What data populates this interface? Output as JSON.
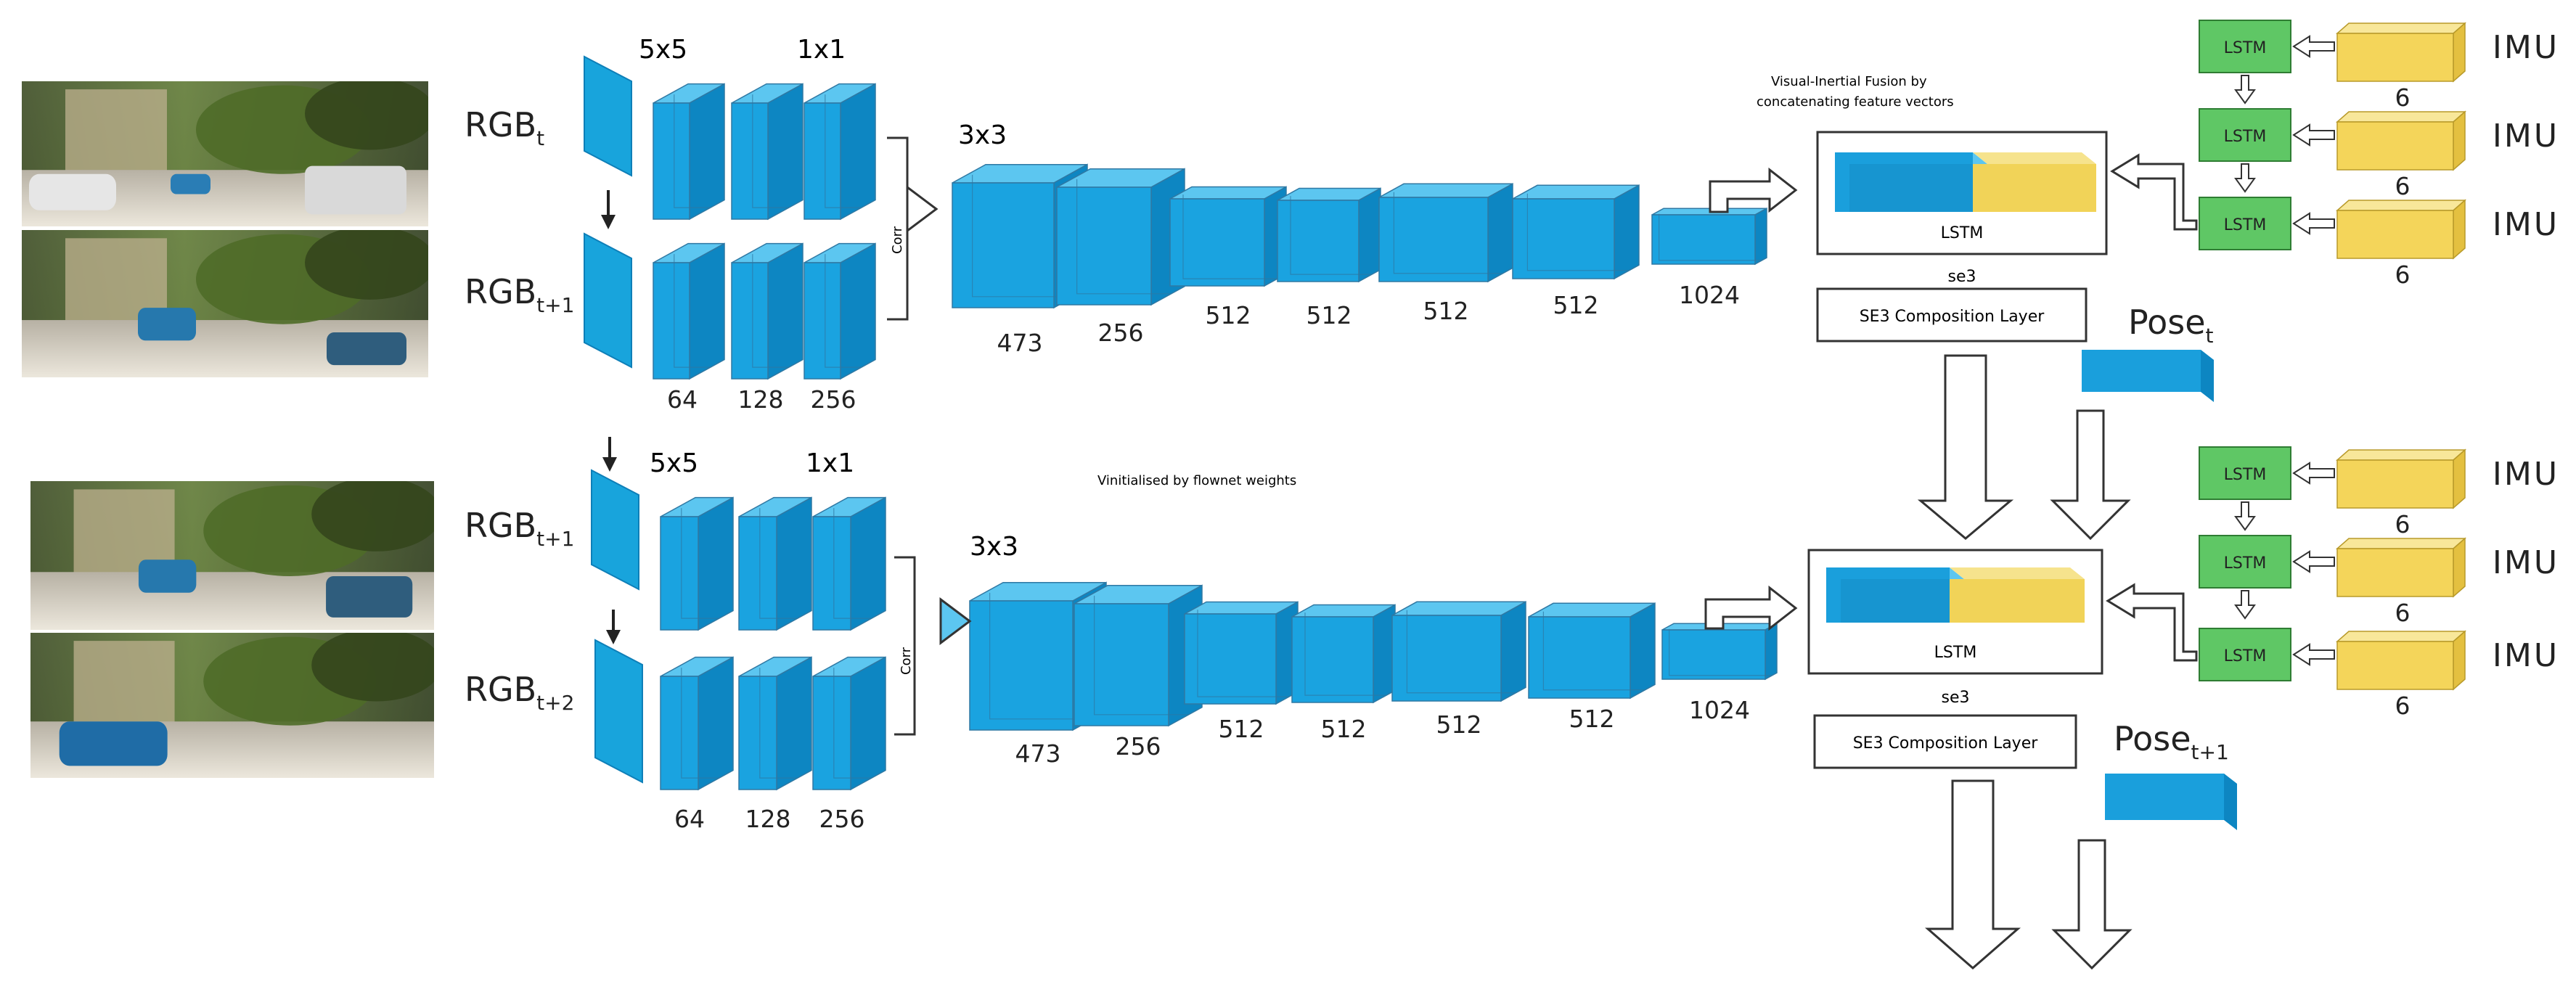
{
  "colors": {
    "conv_front": "#1aa3e0",
    "conv_side": "#0d86c2",
    "conv_top": "#5cc6f0",
    "input_plane": "#18a4dc",
    "imu_block": "#f4d55a",
    "imu_block_side": "#e4c040",
    "lstm_box": "#5fc765",
    "fusion_yellow": "#f1d358",
    "fusion_blue": "#1a9fdc"
  },
  "row1": {
    "input_top_label": "RGB",
    "input_top_sub": "t",
    "input_bottom_label": "RGB",
    "input_bottom_sub": "t+1",
    "kernel_5x5": "5x5",
    "kernel_1x1": "1x1",
    "kernel_3x3": "3x3",
    "corr": "Corr",
    "conv_counts": [
      "64",
      "128",
      "256"
    ],
    "trunk_counts": [
      "473",
      "256",
      "512",
      "512",
      "512",
      "512",
      "1024"
    ],
    "fusion_caption_line1": "Visual-Inertial Fusion by",
    "fusion_caption_line2": "concatenating feature vectors",
    "fusion_lstm": "LSTM",
    "fusion_out": "se3",
    "se3_layer": "SE3 Composition Layer",
    "pose_label": "Pose",
    "pose_sub": "t",
    "imu": [
      {
        "lstm": "LSTM",
        "label": "IMU",
        "dim": "6"
      },
      {
        "lstm": "LSTM",
        "label": "IMU",
        "dim": "6"
      },
      {
        "lstm": "LSTM",
        "label": "IMU",
        "dim": "6"
      }
    ]
  },
  "row2": {
    "input_top_label": "RGB",
    "input_top_sub": "t+1",
    "input_bottom_label": "RGB",
    "input_bottom_sub": "t+2",
    "kernel_5x5": "5x5",
    "kernel_1x1": "1x1",
    "kernel_3x3": "3x3",
    "corr": "Corr",
    "init_note": "Vinitialised by flownet weights",
    "conv_counts": [
      "64",
      "128",
      "256"
    ],
    "trunk_counts": [
      "473",
      "256",
      "512",
      "512",
      "512",
      "512",
      "1024"
    ],
    "fusion_lstm": "LSTM",
    "fusion_out": "se3",
    "se3_layer": "SE3 Composition Layer",
    "pose_label": "Pose",
    "pose_sub": "t+1",
    "imu": [
      {
        "lstm": "LSTM",
        "label": "IMU",
        "dim": "6"
      },
      {
        "lstm": "LSTM",
        "label": "IMU",
        "dim": "6"
      },
      {
        "lstm": "LSTM",
        "label": "IMU",
        "dim": "6"
      }
    ]
  }
}
